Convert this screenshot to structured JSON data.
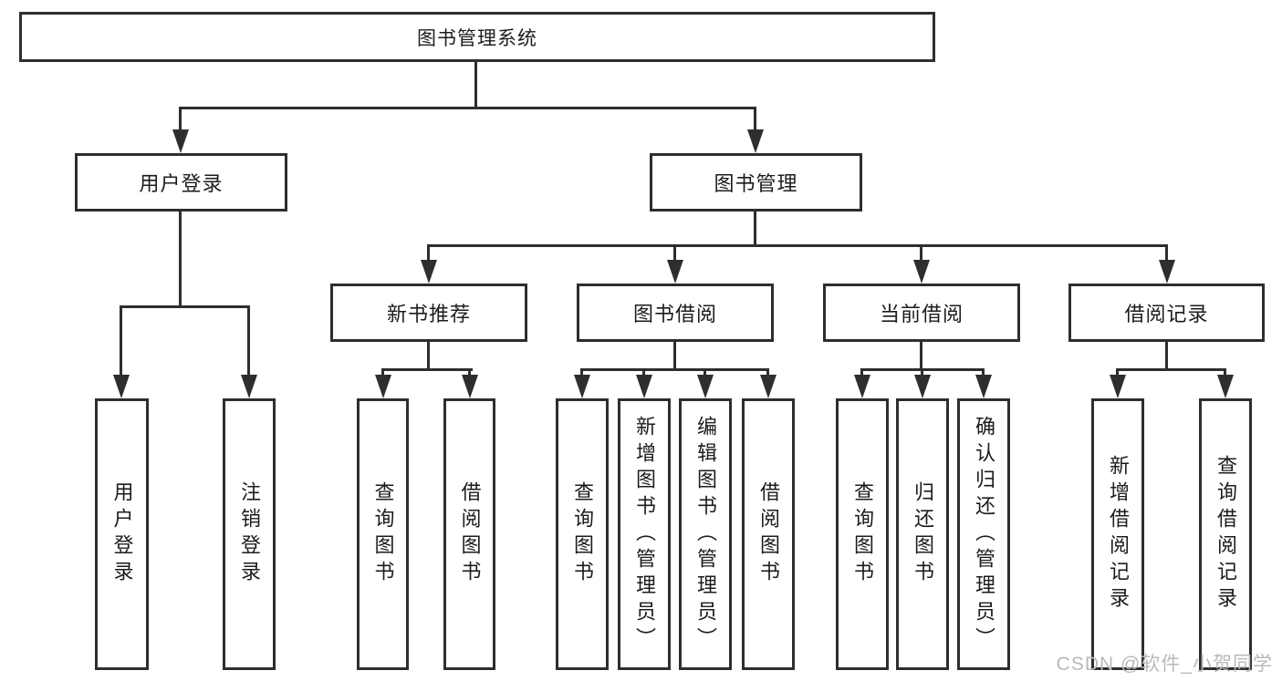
{
  "tree": {
    "root": "图书管理系统",
    "children": [
      {
        "label": "用户登录",
        "children": [
          "用户登录",
          "注销登录"
        ]
      },
      {
        "label": "图书管理",
        "children": [
          {
            "label": "新书推荐",
            "children": [
              "查询图书",
              "借阅图书"
            ]
          },
          {
            "label": "图书借阅",
            "children": [
              "查询图书",
              "新增图书（管理员）",
              "编辑图书（管理员）",
              "借阅图书"
            ]
          },
          {
            "label": "当前借阅",
            "children": [
              "查询图书",
              "归还图书",
              "确认归还（管理员）"
            ]
          },
          {
            "label": "借阅记录",
            "children": [
              "新增借阅记录",
              "查询借阅记录"
            ]
          }
        ]
      }
    ]
  },
  "watermark": "CSDN @软件_小贺同学",
  "colors": {
    "line": "#2e2e2e",
    "text": "#1c1c1c",
    "watermark": "#b9b9b9",
    "background": "#ffffff"
  }
}
